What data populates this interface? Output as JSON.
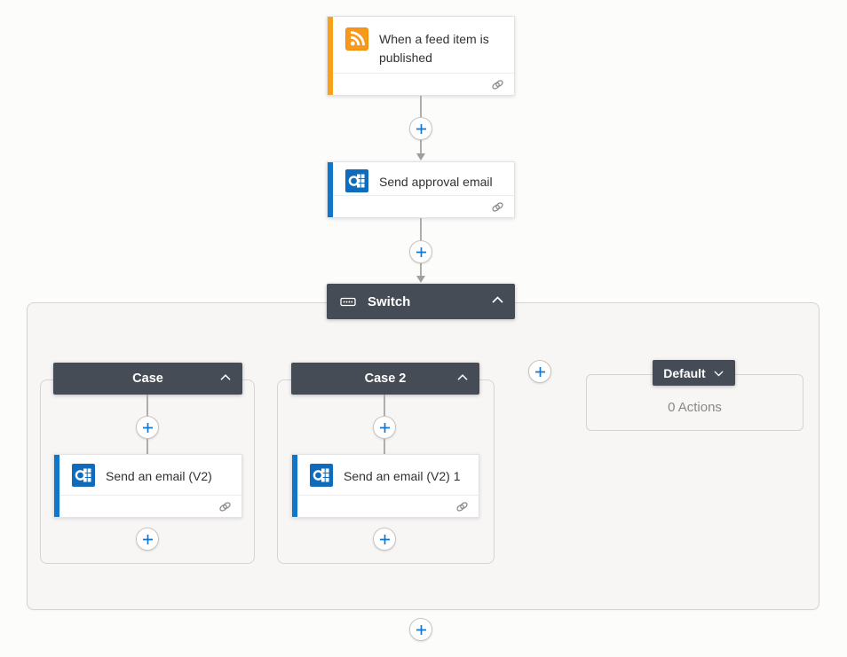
{
  "flow": {
    "trigger": {
      "title": "When a feed item is published",
      "icon": "rss-icon"
    },
    "approval": {
      "title": "Send approval email",
      "icon": "outlook-icon"
    },
    "switch": {
      "title": "Switch",
      "icon": "switch-icon"
    },
    "case1": {
      "title": "Case",
      "action": {
        "title": "Send an email (V2)",
        "icon": "outlook-icon"
      }
    },
    "case2": {
      "title": "Case 2",
      "action": {
        "title": "Send an email (V2) 1",
        "icon": "outlook-icon"
      }
    },
    "default_case": {
      "title": "Default",
      "body": "0 Actions"
    }
  },
  "icons": {
    "add": "plus-icon",
    "connection": "connection-icon",
    "collapse": "chevron-up-icon",
    "expand": "chevron-down-icon"
  },
  "colors": {
    "trigger_accent": "#f8a01c",
    "action_accent": "#1076ca",
    "scope_header": "#454c56",
    "plus_sign": "#1177d1",
    "connector": "#a19f9d",
    "scope_fill": "#f7f6f5",
    "muted_text": "#8a8886"
  }
}
